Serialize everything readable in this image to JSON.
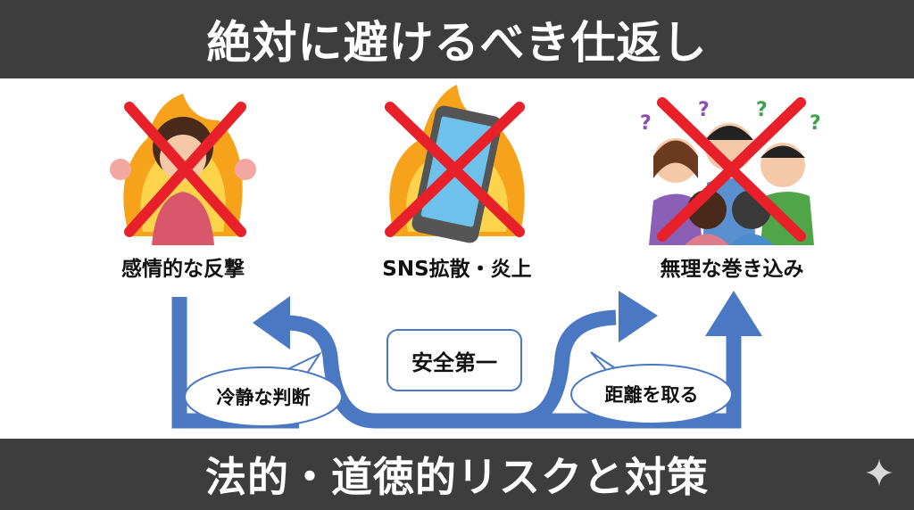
{
  "title": "絶対に避けるべき仕返し",
  "footer": "法的・道徳的リスクと対策",
  "items": [
    {
      "label": "感情的な反撃",
      "icon": "angry-woman-crossed-icon"
    },
    {
      "label": "SNS拡散・炎上",
      "icon": "burning-smartphone-crossed-icon"
    },
    {
      "label": "無理な巻き込み",
      "icon": "confused-group-crossed-icon"
    }
  ],
  "flow": {
    "left_bubble": "冷静な判断",
    "center_box": "安全第一",
    "right_bubble": "距離を取る"
  },
  "colors": {
    "bar": "#3d3d3d",
    "arrow": "#4a78c2",
    "cross": "#e8202a"
  }
}
